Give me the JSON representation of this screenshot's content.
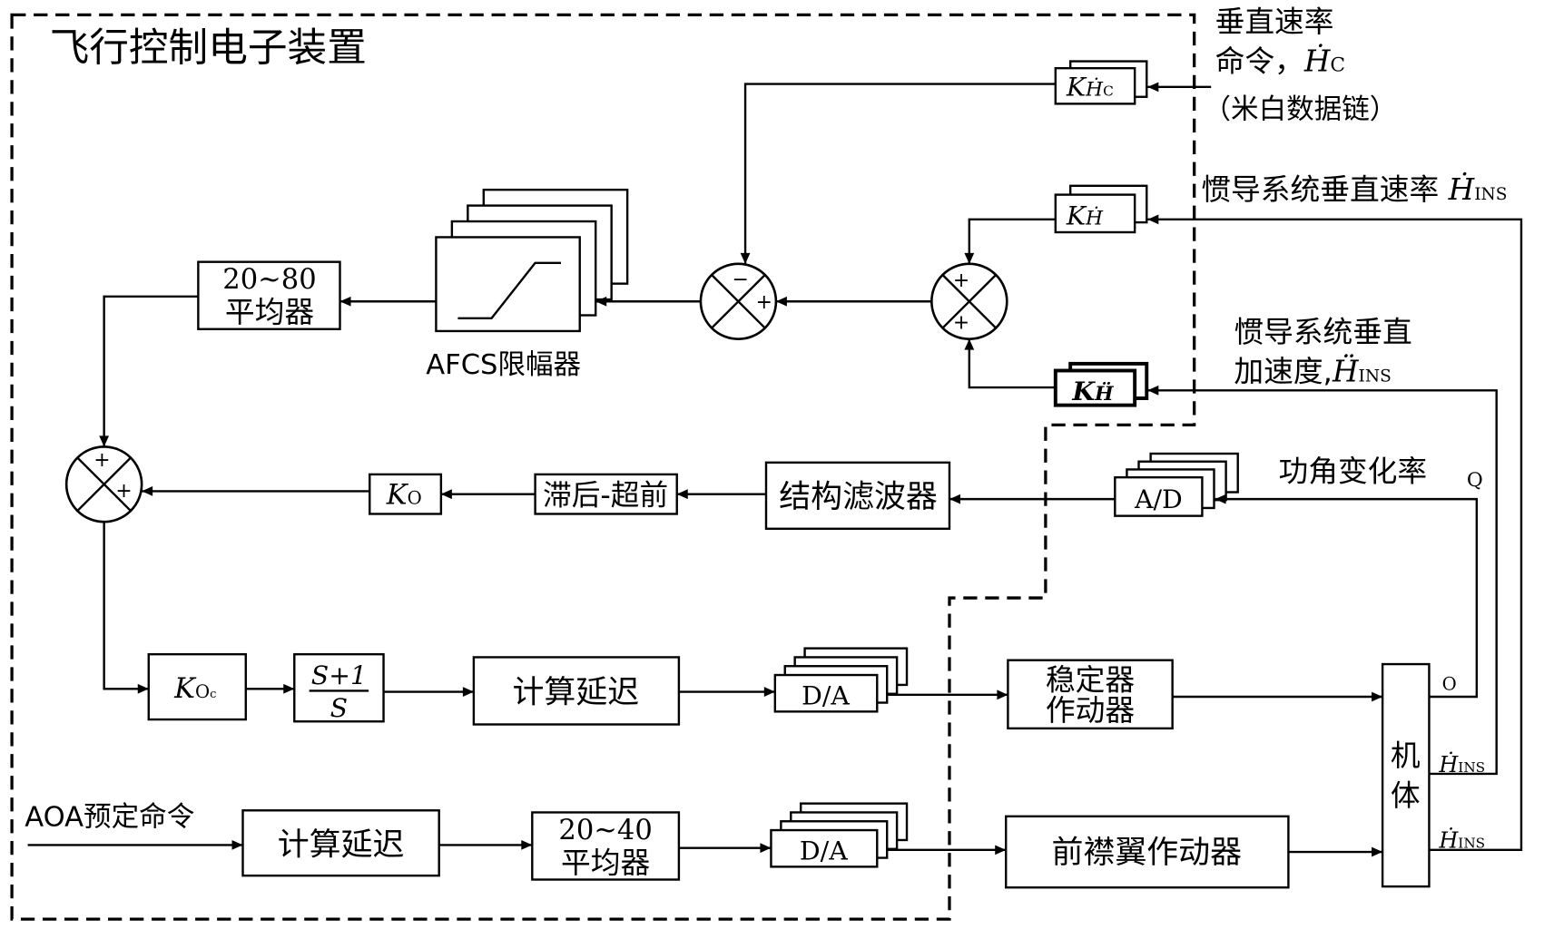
{
  "title": "飞行控制电子装置",
  "inputs": {
    "vs_cmd": {
      "line1": "垂直速率",
      "line2": "命令，",
      "sym": "Ḣ",
      "sub": "C",
      "line3": "（米白数据链）"
    },
    "ins_vs": {
      "text": "惯导系统垂直速率 ",
      "sym": "Ḣ",
      "sub": "INS"
    },
    "ins_va": {
      "line1": "惯导系统垂直",
      "line2": "加速度,",
      "sym": "Ḧ",
      "sub": "INS"
    },
    "aoa_rate": {
      "text": "功角变化率",
      "sym": "Q"
    },
    "aoa_cmd": "AOA预定命令"
  },
  "blocks": {
    "k_hc": {
      "k": "K",
      "sub": "Ḣ",
      "subsub": "C"
    },
    "k_h": {
      "k": "K",
      "sub": "Ḣ"
    },
    "k_hdd": {
      "k": "K",
      "sub": "Ḧ"
    },
    "limiter": "AFCS限幅器",
    "avg_20_80": {
      "line1": "20~80",
      "line2": "平均器"
    },
    "k_q": {
      "k": "K",
      "sub": "O"
    },
    "lag_lead": "滞后-超前",
    "struct_filter": "结构滤波器",
    "ad": "A/D",
    "k_qc": {
      "k": "K",
      "sub": "O",
      "subsub": "c"
    },
    "tf": {
      "num": "S+1",
      "den": "S"
    },
    "delay_1": "计算延迟",
    "da_1": "D/A",
    "stab_act": {
      "line1": "稳定器",
      "line2": "作动器"
    },
    "airframe": {
      "line1": "机",
      "line2": "体"
    },
    "delay_2": "计算延迟",
    "avg_20_40": {
      "line1": "20~40",
      "line2": "平均器"
    },
    "da_2": "D/A",
    "flap_act": "前襟翼作动器"
  },
  "junctions": {
    "sum1": {
      "top": "−",
      "right": "+"
    },
    "sum2": {
      "top": "+",
      "bottom": "+"
    },
    "sum3": {
      "top": "+",
      "right": "+"
    }
  },
  "outputs": {
    "q": "O",
    "hdot_1": {
      "sym": "Ḣ",
      "sub": "INS"
    },
    "hdot_2": {
      "sym": "Ḣ",
      "sub": "INS"
    }
  }
}
